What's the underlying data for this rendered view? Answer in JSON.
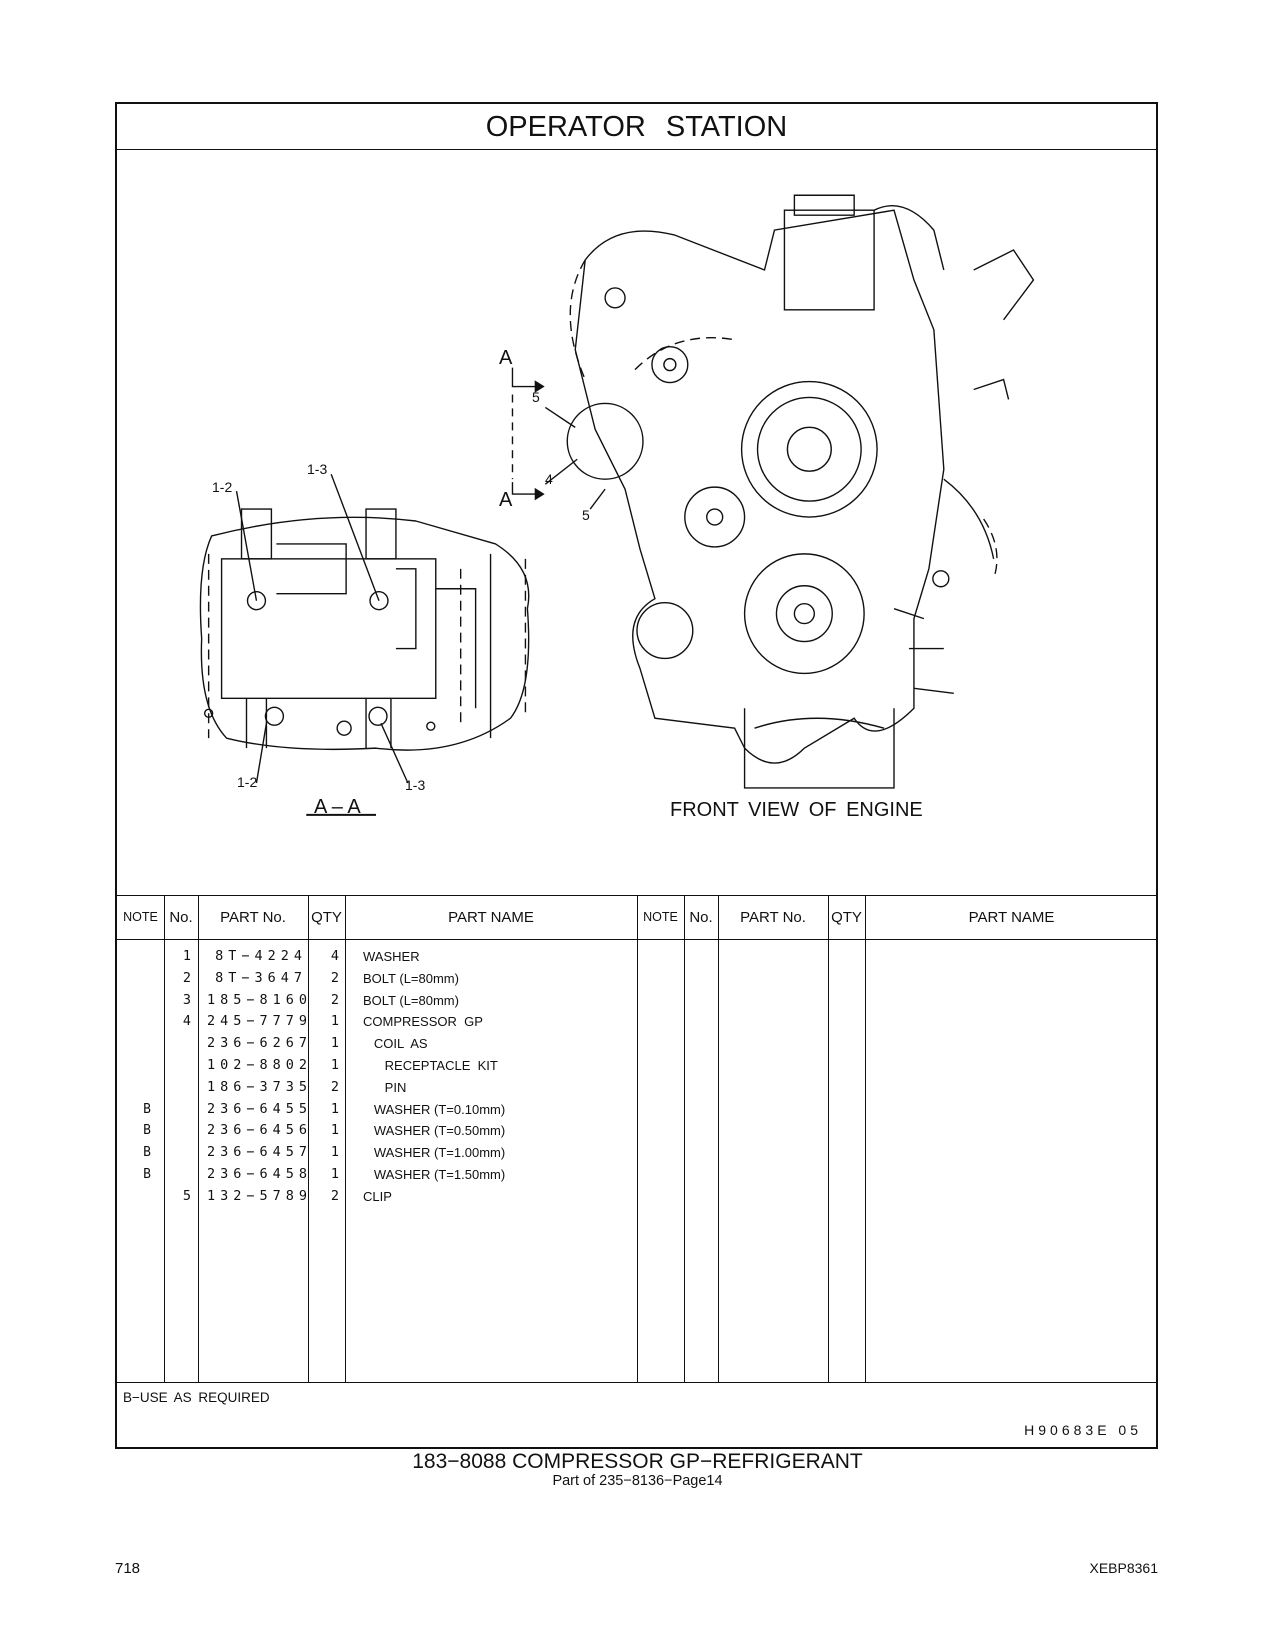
{
  "page": {
    "title": "OPERATOR STATION",
    "caption_main": "183−8088 COMPRESSOR GP−REFRIGERANT",
    "caption_sub": "Part of 235−8136−Page14",
    "page_number": "718",
    "doc_code": "XEBP8361",
    "drawing_code": "H90683E 05",
    "note_legend": "B−USE AS REQUIRED"
  },
  "drawing": {
    "view_left_label": "A – A",
    "view_right_label": "FRONT VIEW OF ENGINE",
    "section_marker": "A",
    "callouts": {
      "c12": "1-2",
      "c13": "1-3",
      "c4": "4",
      "c5": "5"
    }
  },
  "table": {
    "headers": {
      "note": "NOTE",
      "no": "No.",
      "part": "PART No.",
      "qty": "QTY",
      "name": "PART NAME"
    },
    "rows": [
      {
        "note": "",
        "no": "1",
        "part": "8T−4224",
        "qty": "4",
        "name": "WASHER"
      },
      {
        "note": "",
        "no": "2",
        "part": "8T−3647",
        "qty": "2",
        "name": "BOLT (L=80mm)"
      },
      {
        "note": "",
        "no": "3",
        "part": "185−8160",
        "qty": "2",
        "name": "BOLT (L=80mm)"
      },
      {
        "note": "",
        "no": "4",
        "part": "245−7779",
        "qty": "1",
        "name": "COMPRESSOR  GP"
      },
      {
        "note": "",
        "no": "",
        "part": "236−6267",
        "qty": "1",
        "name": "   COIL  AS"
      },
      {
        "note": "",
        "no": "",
        "part": "102−8802",
        "qty": "1",
        "name": "      RECEPTACLE  KIT"
      },
      {
        "note": "",
        "no": "",
        "part": "186−3735",
        "qty": "2",
        "name": "      PIN"
      },
      {
        "note": "B",
        "no": "",
        "part": "236−6455",
        "qty": "1",
        "name": "   WASHER (T=0.10mm)"
      },
      {
        "note": "B",
        "no": "",
        "part": "236−6456",
        "qty": "1",
        "name": "   WASHER (T=0.50mm)"
      },
      {
        "note": "B",
        "no": "",
        "part": "236−6457",
        "qty": "1",
        "name": "   WASHER (T=1.00mm)"
      },
      {
        "note": "B",
        "no": "",
        "part": "236−6458",
        "qty": "1",
        "name": "   WASHER (T=1.50mm)"
      },
      {
        "note": "",
        "no": "5",
        "part": "132−5789",
        "qty": "2",
        "name": "CLIP"
      }
    ]
  }
}
